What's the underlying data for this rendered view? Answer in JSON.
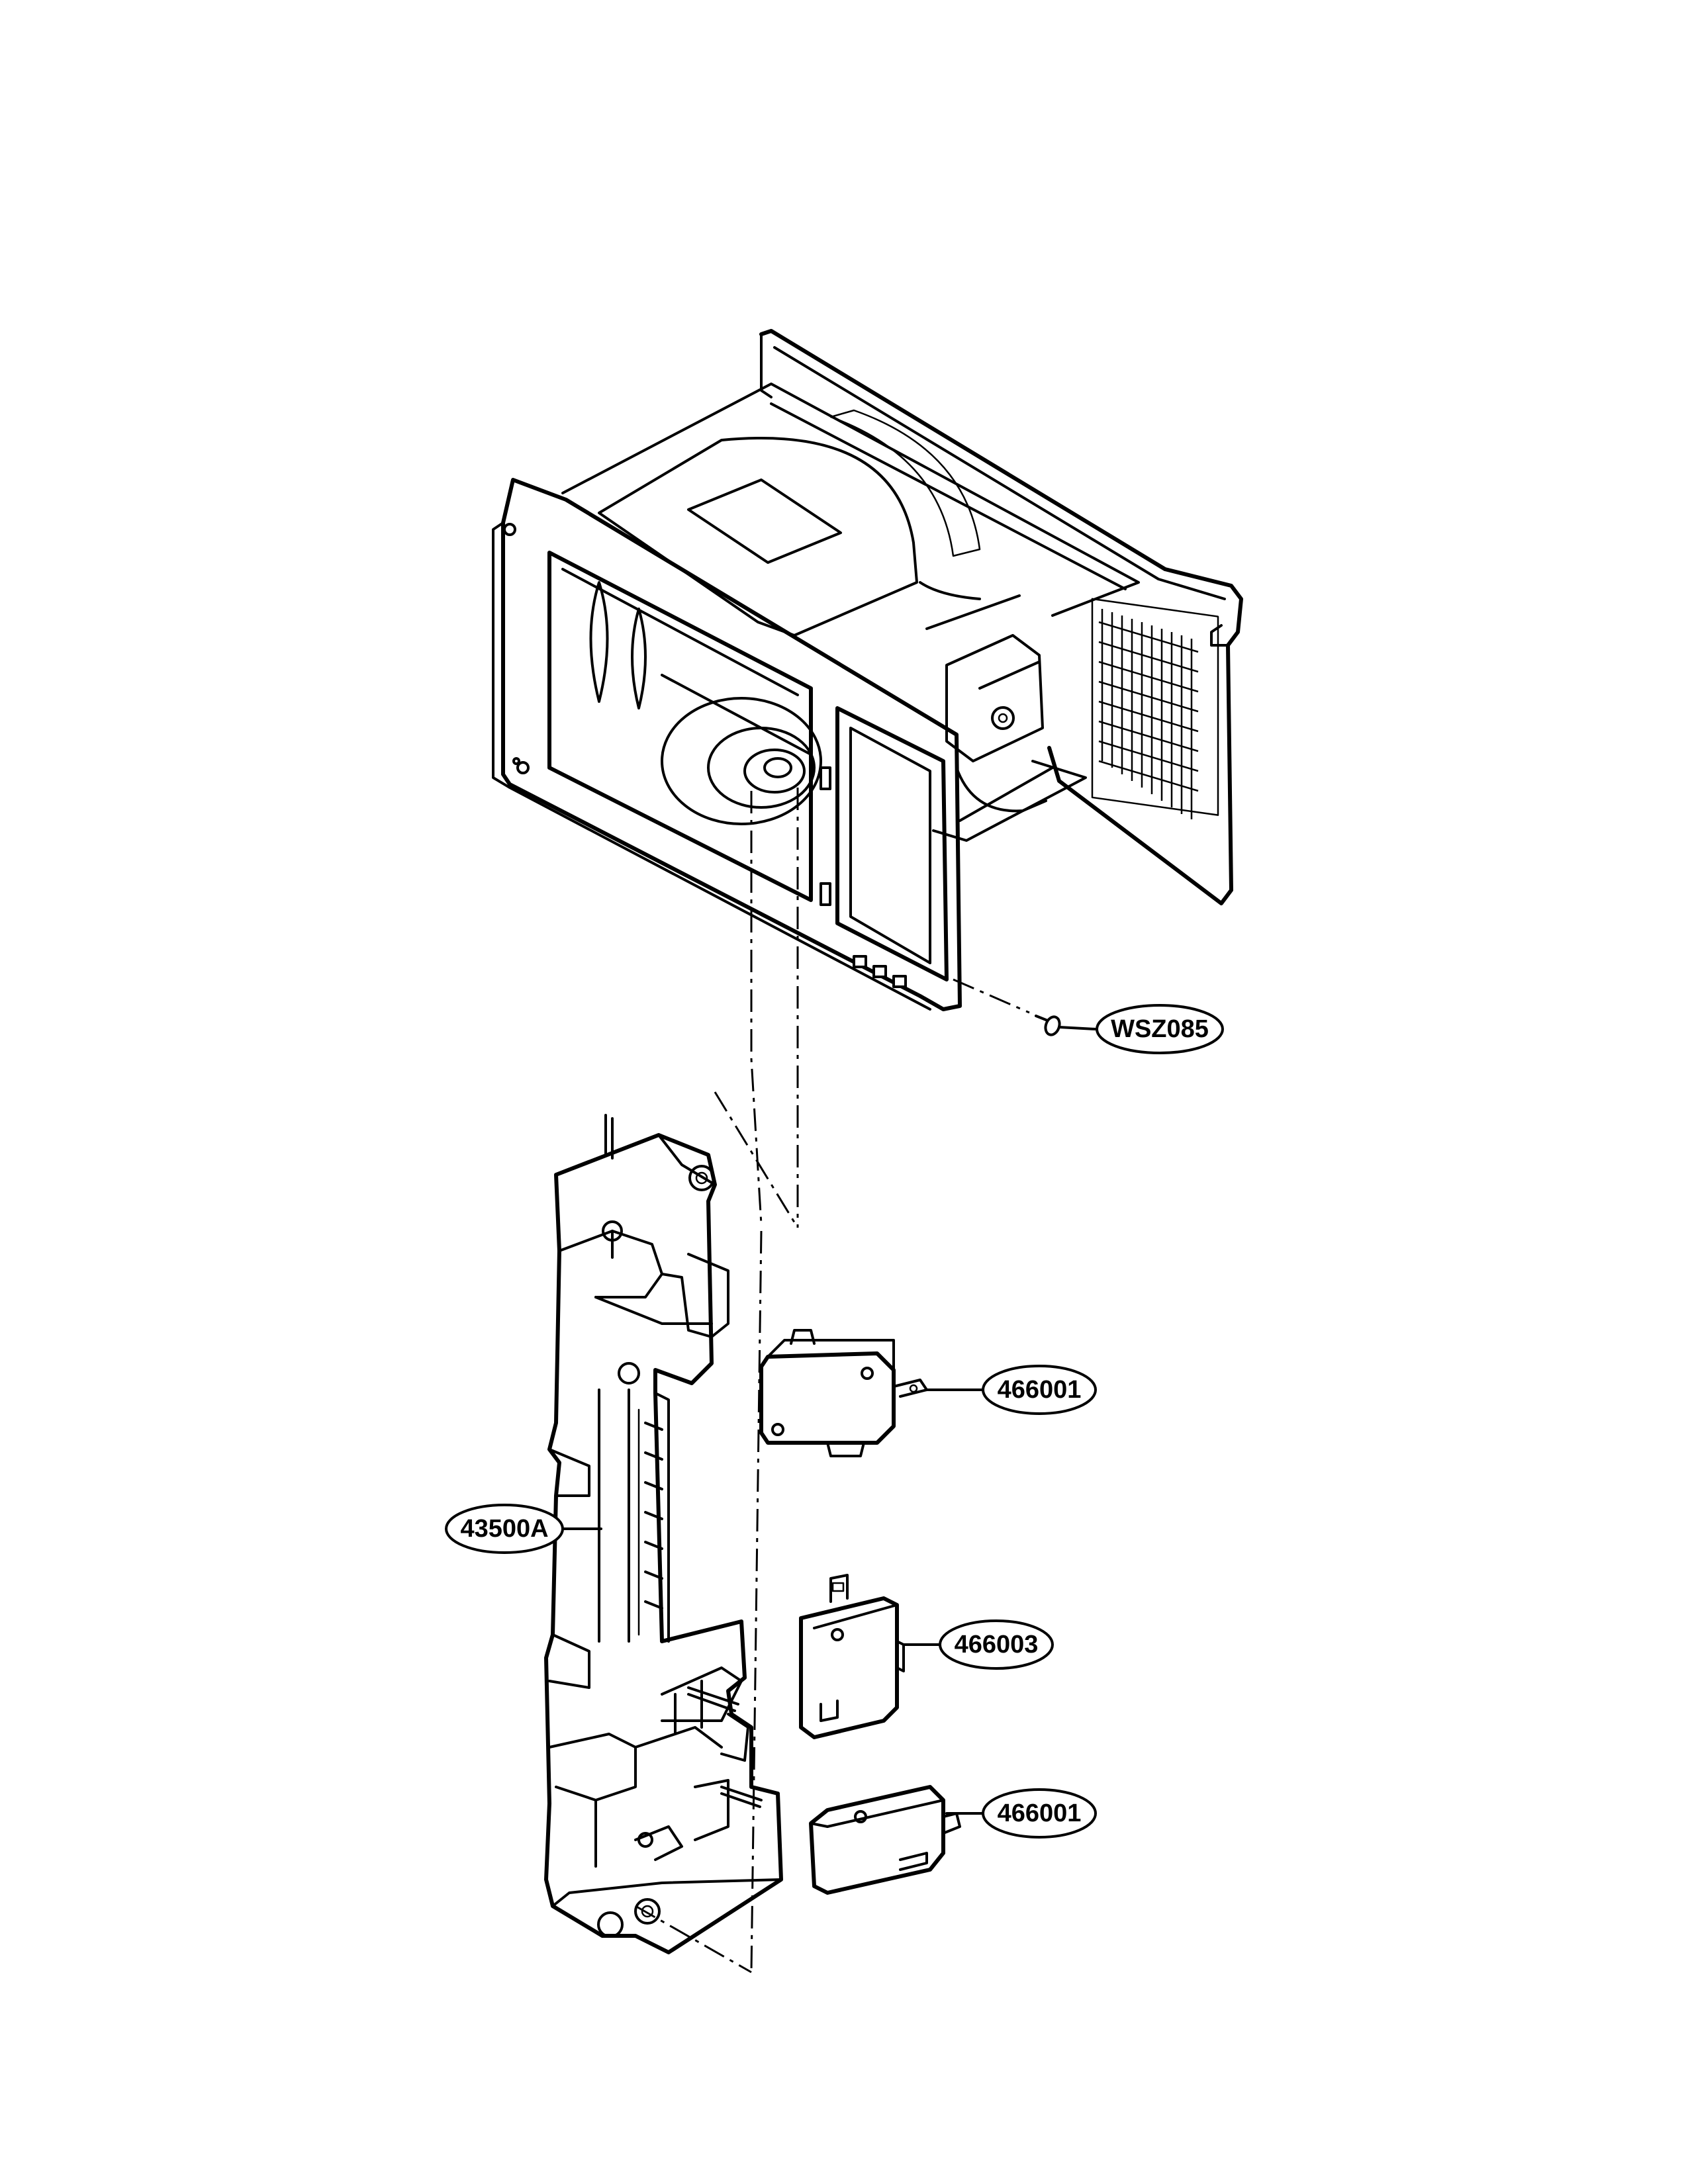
{
  "callouts": [
    {
      "id": "wsz085",
      "label": "WSZ085"
    },
    {
      "id": "466001a",
      "label": "466001"
    },
    {
      "id": "43500a",
      "label": "43500A"
    },
    {
      "id": "466003",
      "label": "466003"
    },
    {
      "id": "466001b",
      "label": "466001"
    }
  ]
}
